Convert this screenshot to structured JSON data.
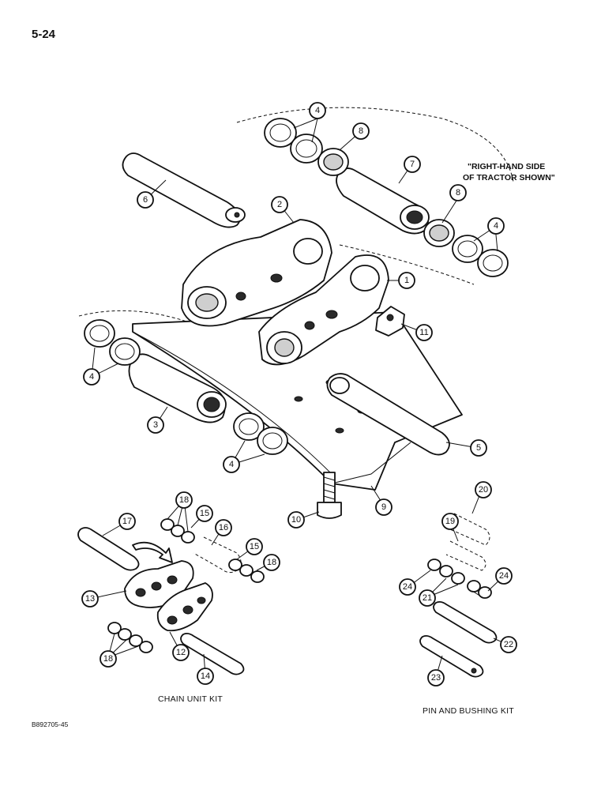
{
  "page_number": "5-24",
  "note": [
    "\"RIGHT-HAND SIDE",
    "OF TRACTOR SHOWN\""
  ],
  "kit_captions": {
    "chain_unit": "CHAIN UNIT KIT",
    "pin_bushing": "PIN AND BUSHING KIT"
  },
  "drawing_code": "B892705-45",
  "callouts": [
    "1",
    "2",
    "3",
    "4",
    "4",
    "4",
    "4",
    "5",
    "6",
    "7",
    "8",
    "8",
    "9",
    "10",
    "11",
    "12",
    "13",
    "14",
    "15",
    "15",
    "16",
    "17",
    "18",
    "18",
    "18",
    "19",
    "20",
    "21",
    "22",
    "23",
    "24",
    "24"
  ]
}
